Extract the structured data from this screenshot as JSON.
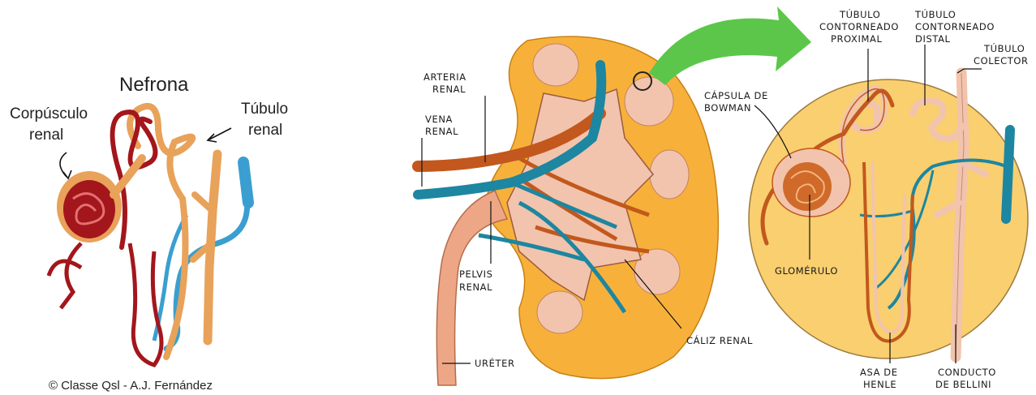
{
  "left_panel": {
    "title": "Nefrona",
    "label_corpusculo_1": "Corpúsculo",
    "label_corpusculo_2": "renal",
    "label_tubulo_1": "Túbulo",
    "label_tubulo_2": "renal",
    "credit": "© Classe Qsl - A.J. Fernández"
  },
  "kidney_panel": {
    "arteria_1": "ARTERIA",
    "arteria_2": "RENAL",
    "vena_1": "VENA",
    "vena_2": "RENAL",
    "pelvis_1": "PELVIS",
    "pelvis_2": "RENAL",
    "ureter": "URÉTER",
    "caliz": "CÁLIZ RENAL"
  },
  "zoom_panel": {
    "capsula_1": "CÁPSULA DE",
    "capsula_2": "BOWMAN",
    "proximal_1": "TÚBULO",
    "proximal_2": "CONTORNEADO",
    "proximal_3": "PROXIMAL",
    "distal_1": "TÚBULO",
    "distal_2": "CONTORNEADO",
    "distal_3": "DISTAL",
    "colector_1": "TÚBULO",
    "colector_2": "COLECTOR",
    "glomerulo": "GLOMÉRULO",
    "asa_1": "ASA DE",
    "asa_2": "HENLE",
    "conducto_1": "CONDUCTO",
    "conducto_2": "DE BELLINI"
  },
  "colors": {
    "artery_red": "#a3161b",
    "orange_tubule": "#e8a25a",
    "blue_vessel": "#3a9fd0",
    "kidney_yellow": "#f7b13b",
    "teal_vein": "#1d86a0",
    "rust_artery": "#c2581d",
    "pink_pelvis": "#f2c4ad",
    "zoom_bg": "#f9cf70",
    "arrow_green": "#5cc64a"
  }
}
